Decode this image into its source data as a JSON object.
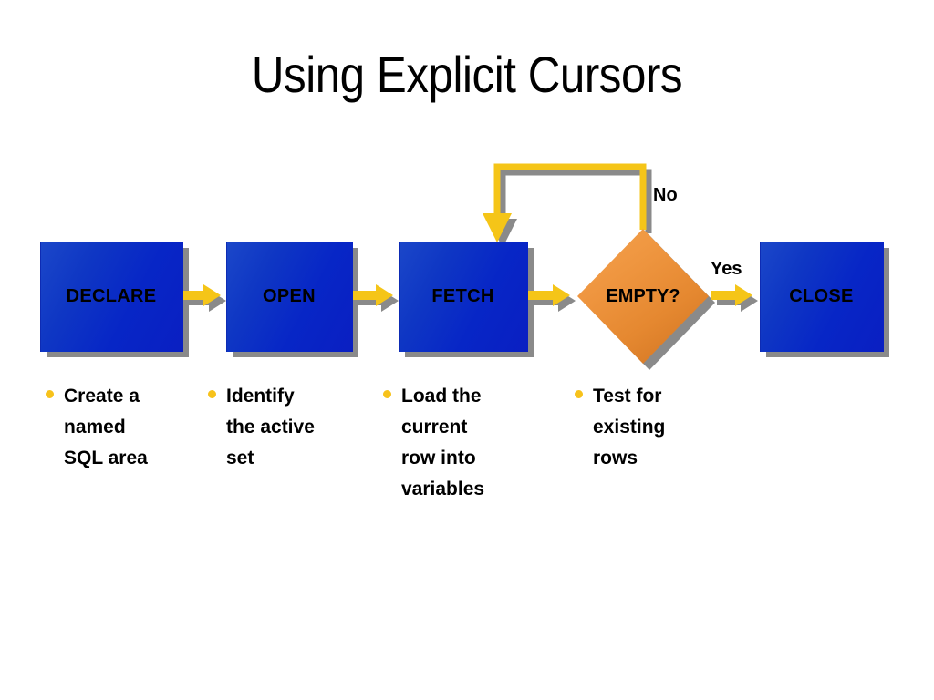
{
  "slide": {
    "title": "Using Explicit Cursors"
  },
  "colors": {
    "box_fill_light": "#1b47c9",
    "box_fill_dark": "#0a1fc2",
    "diamond_fill_light": "#f3a24e",
    "diamond_fill_dark": "#cf7220",
    "arrow": "#f5c518",
    "shadow": "#808080",
    "bullet": "#f7c21b",
    "text": "#000000",
    "background": "#ffffff"
  },
  "diagram": {
    "nodes": [
      {
        "id": "declare",
        "label": "DECLARE",
        "shape": "rect"
      },
      {
        "id": "open",
        "label": "OPEN",
        "shape": "rect"
      },
      {
        "id": "fetch",
        "label": "FETCH",
        "shape": "rect"
      },
      {
        "id": "empty",
        "label": "EMPTY?",
        "shape": "diamond"
      },
      {
        "id": "close",
        "label": "CLOSE",
        "shape": "rect"
      }
    ],
    "edges": [
      {
        "from": "declare",
        "to": "open",
        "label": ""
      },
      {
        "from": "open",
        "to": "fetch",
        "label": ""
      },
      {
        "from": "fetch",
        "to": "empty",
        "label": ""
      },
      {
        "from": "empty",
        "to": "close",
        "label": "Yes"
      },
      {
        "from": "empty",
        "to": "fetch",
        "label": "No"
      }
    ],
    "branch_labels": {
      "no": "No",
      "yes": "Yes"
    }
  },
  "descriptions": [
    {
      "node": "declare",
      "lines": [
        "Create a",
        "named",
        "SQL area"
      ]
    },
    {
      "node": "open",
      "lines": [
        "Identify",
        "the active",
        "set"
      ]
    },
    {
      "node": "fetch",
      "lines": [
        "Load the",
        "current",
        "row into",
        "variables"
      ]
    },
    {
      "node": "empty",
      "lines": [
        "Test for",
        "existing",
        "rows"
      ]
    }
  ]
}
